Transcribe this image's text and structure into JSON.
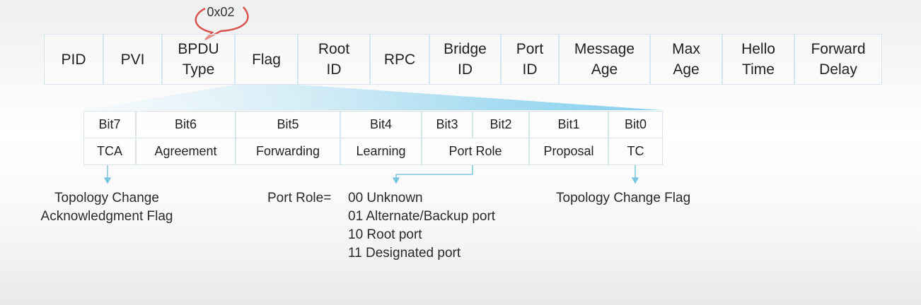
{
  "bpdu_fields": [
    "PID",
    "PVI",
    "BPDU\nType",
    "Flag",
    "Root\nID",
    "RPC",
    "Bridge\nID",
    "Port\nID",
    "Message\nAge",
    "Max\nAge",
    "Hello\nTime",
    "Forward\nDelay"
  ],
  "bpdu_type_value": "0x02",
  "flag_bits": [
    "Bit7",
    "Bit6",
    "Bit5",
    "Bit4",
    "Bit3",
    "Bit2",
    "Bit1",
    "Bit0"
  ],
  "flag_names": [
    "TCA",
    "Agreement",
    "Forwarding",
    "Learning",
    "Port Role",
    "Proposal",
    "TC"
  ],
  "notes": {
    "tca": "Topology Change\nAcknowledgment Flag",
    "port_role_label": "Port Role=",
    "port_role_values": [
      "00 Unknown",
      "01 Alternate/Backup port",
      "10 Root port",
      "11 Designated port"
    ],
    "tc": "Topology Change Flag"
  },
  "colors": {
    "accent_circle": "#d9534f",
    "arrow": "#7cc6e0",
    "wedge": "#5bc0eb"
  }
}
